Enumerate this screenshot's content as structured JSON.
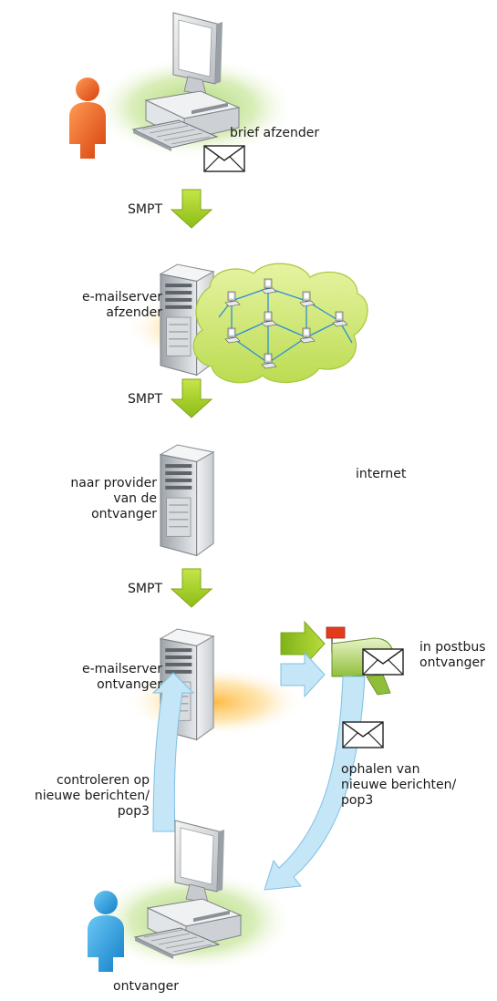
{
  "labels": {
    "sender": "brief afzender",
    "hop1": "SMPT",
    "server1": [
      "e-mailserver",
      "afzender"
    ],
    "hop2": "SMPT",
    "provider": [
      "naar provider",
      "van de",
      "ontvanger"
    ],
    "internet": "internet",
    "hop3": "SMPT",
    "server2": [
      "e-mailserver",
      "ontvanger"
    ],
    "mailbox": [
      "in postbus",
      "ontvanger"
    ],
    "check": [
      "controleren op",
      "nieuwe berichten/",
      "pop3"
    ],
    "fetch": [
      "ophalen van",
      "nieuwe berichten/",
      "pop3"
    ],
    "recipient": "ontvanger"
  },
  "colors": {
    "green_arrow": "#9ccc1c",
    "blue_arrow": "#c4e6f6",
    "person_sender": "#e85a1a",
    "person_recipient": "#1e9de0",
    "server_glow": "#ffc24a",
    "desk_glow": "#b9de7a",
    "cloud": "#d9ec7c",
    "flag": "#e53b1d"
  },
  "icons": [
    "person-icon",
    "desktop-computer-icon",
    "envelope-icon",
    "server-tower-icon",
    "cloud-network-icon",
    "mailbox-icon",
    "arrow-down-icon",
    "arrow-right-icon",
    "curved-arrow-icon"
  ]
}
